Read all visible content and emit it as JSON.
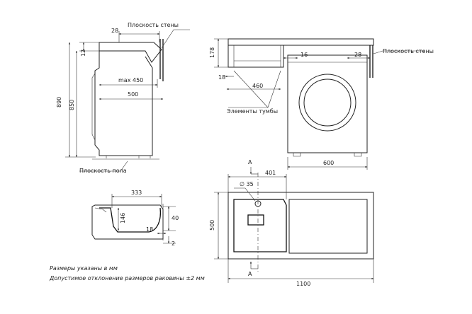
{
  "side_view": {
    "wall_plane": "Плоскость стены",
    "floor_plane": "Плоскость пола",
    "dim_28": "28",
    "dim_12": "12",
    "dim_890": "890",
    "dim_850": "850",
    "dim_max450": "max 450",
    "dim_500": "500"
  },
  "front_view": {
    "dim_178": "178",
    "dim_16": "16",
    "dim_28": "28",
    "wall_plane": "Плоскость стены",
    "dim_18": "18",
    "dim_460": "460",
    "cabinet_elements": "Элементы тумбы",
    "dim_600": "600"
  },
  "section": {
    "dim_333": "333",
    "dim_146": "146",
    "dim_40": "40",
    "dim_18": "18",
    "dim_2": "2"
  },
  "plan": {
    "section_mark_top": "A",
    "section_mark_bottom": "A",
    "dim_401": "401",
    "dim_hole": "∅ 35",
    "dim_500": "500",
    "dim_1100": "1100"
  },
  "notes": {
    "units": "Размеры указаны в мм",
    "tolerance": "Допустимое отклонение размеров раковины ±2 мм"
  }
}
